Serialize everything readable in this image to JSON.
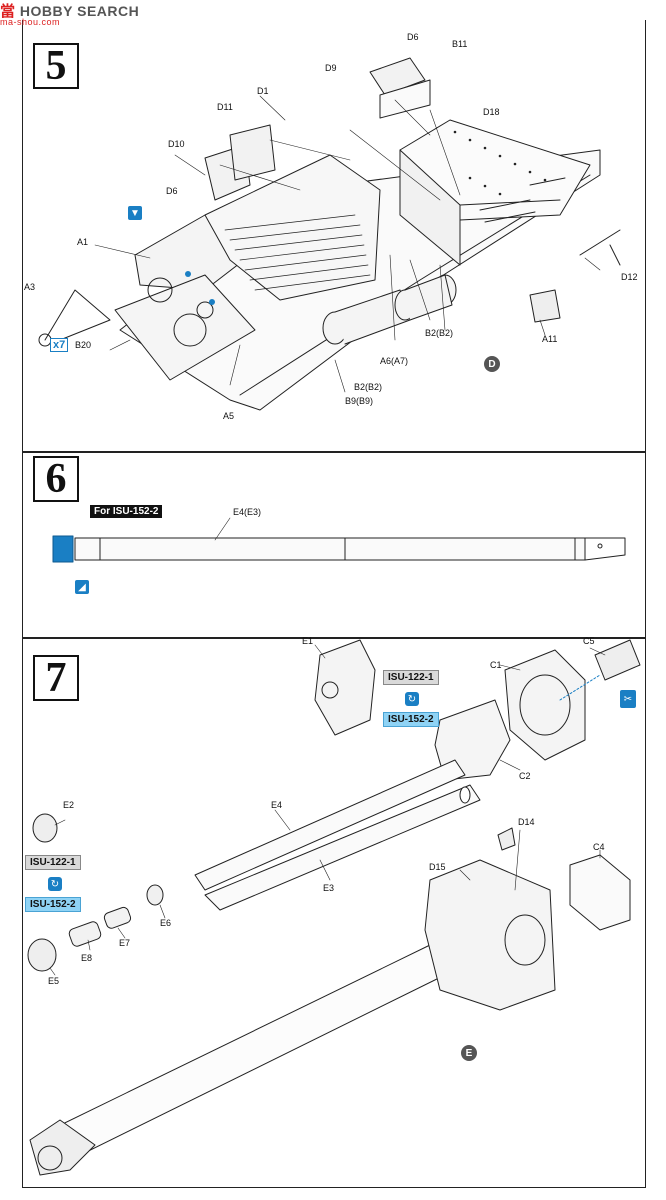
{
  "watermark": {
    "cn": "當",
    "brand": "HOBBY SEARCH",
    "url": "ma-shou.com"
  },
  "steps": [
    "5",
    "6",
    "7"
  ],
  "step5": {
    "labels": {
      "D6": "D6",
      "B11": "B11",
      "D9": "D9",
      "D1": "D1",
      "D11": "D11",
      "D18": "D18",
      "D10": "D10",
      "D6b": "D6",
      "A1": "A1",
      "A3": "A3",
      "B20": "B20",
      "A5": "A5",
      "B9": "B9(B9)",
      "B2a": "B2(B2)",
      "A6": "A6(A7)",
      "B2b": "B2(B2)",
      "A11": "A11",
      "D12": "D12"
    },
    "multiplier": "x7",
    "sprue": "D"
  },
  "step6": {
    "variant_tag": "For ISU-152-2",
    "part": "E4(E3)"
  },
  "step7": {
    "labels": {
      "E1": "E1",
      "C5": "C5",
      "C1": "C1",
      "C2": "C2",
      "E2": "E2",
      "E4": "E4",
      "D14": "D14",
      "C4": "C4",
      "D15": "D15",
      "E3": "E3",
      "E6": "E6",
      "E7": "E7",
      "E8": "E8",
      "E5": "E5"
    },
    "variant_top": "ISU-122-1",
    "variant_bottom": "ISU-152-2",
    "variant_top_left": "ISU-122-1",
    "variant_bottom_left": "ISU-152-2",
    "sprue": "E"
  },
  "colors": {
    "accent_blue": "#1a7fc4",
    "light_blue": "#8fd3f5",
    "ink": "#111111"
  },
  "icons": [
    "glue-icon",
    "swap-icon",
    "paint-icon",
    "cut-icon"
  ]
}
